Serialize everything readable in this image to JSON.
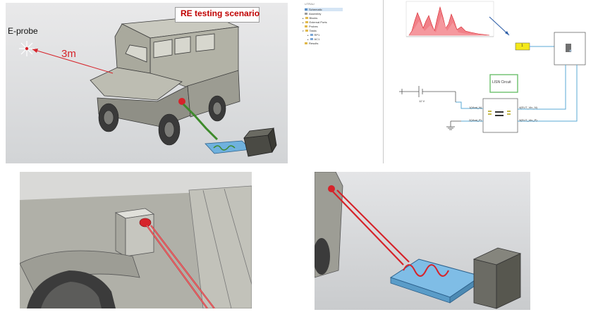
{
  "scene_top_left": {
    "title": "RE testing scenario",
    "probe_label": "E-probe",
    "distance_label": "3m"
  },
  "schematic": {
    "tree_header": "UTRAU",
    "tree_items": [
      "Schematic",
      "Assembly",
      "Blocks",
      "External Ports",
      "Probes",
      "Tasks",
      "RP1",
      "AC1",
      "Results"
    ],
    "lisn_label": "LISN Circuit",
    "battery_label": "12 V",
    "port_in_pos": "1(Vbat_N)",
    "port_in_neg": "2(Vbat_P)",
    "port_out_pos": "4(EUT_Vin_N)",
    "port_out_neg": "3(EUT_Vin_P)",
    "port_number": "1",
    "colors": {
      "spectrum": "#e8474f",
      "wire": "#5aa9d6",
      "highlight": "#f4e81a",
      "lisn_box": "#6cc06c"
    }
  }
}
